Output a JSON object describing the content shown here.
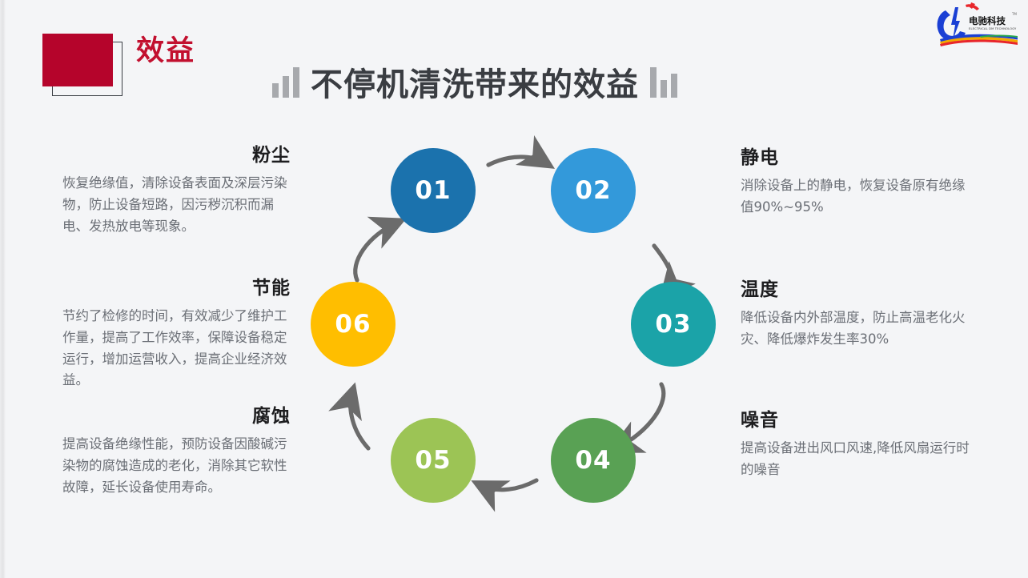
{
  "header": {
    "badge_label": "效益",
    "badge_color": "#b5042b",
    "title": "不停机清洗带来的效益",
    "title_color": "#3a3d42",
    "decor_left_icon": "bar-chart-icon",
    "decor_right_icon": "bar-chart-icon"
  },
  "logo": {
    "name_cn": "电驰科技",
    "name_en": "ELECTRICAL DM TECHNOLOGY",
    "trademark": "TM",
    "mark_color": "#1a3fd4"
  },
  "diagram": {
    "type": "cycle",
    "nodes": [
      {
        "number": "01",
        "color": "#1b72ad",
        "topic": "粉尘"
      },
      {
        "number": "02",
        "color": "#3399da",
        "topic": "静电"
      },
      {
        "number": "03",
        "color": "#1ba3a8",
        "topic": "温度"
      },
      {
        "number": "04",
        "color": "#59a154",
        "topic": "噪音"
      },
      {
        "number": "05",
        "color": "#9cc455",
        "topic": "腐蚀"
      },
      {
        "number": "06",
        "color": "#ffbe00",
        "topic": "节能"
      }
    ],
    "arrow_color": "#6b6b6b"
  },
  "blocks": {
    "left": [
      {
        "heading": "粉尘",
        "body": "恢复绝缘值，清除设备表面及深层污染物，防止设备短路，因污秽沉积而漏电、发热放电等现象。"
      },
      {
        "heading": "节能",
        "body": "节约了检修的时间，有效减少了维护工作量，提高了工作效率，保障设备稳定运行，增加运营收入，提高企业经济效益。"
      },
      {
        "heading": "腐蚀",
        "body": "提高设备绝缘性能，预防设备因酸碱污染物的腐蚀造成的老化，消除其它软性故障，延长设备使用寿命。"
      }
    ],
    "right": [
      {
        "heading": "静电",
        "body": "消除设备上的静电，恢复设备原有绝缘值90%~95%"
      },
      {
        "heading": "温度",
        "body": "降低设备内外部温度，防止高温老化火灾、降低爆炸发生率30%"
      },
      {
        "heading": "噪音",
        "body": "提高设备进出风口风速,降低风扇运行时的噪音"
      }
    ]
  }
}
